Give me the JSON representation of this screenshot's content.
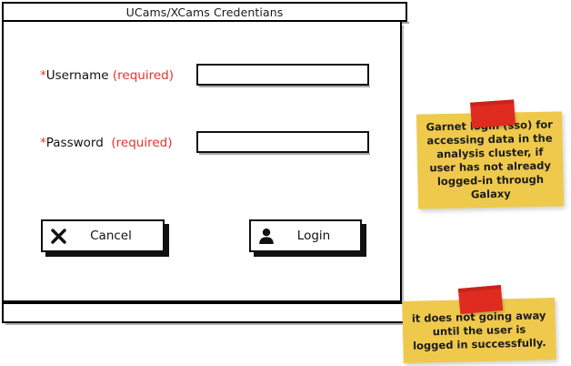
{
  "window": {
    "title": "UCams/XCams Credentians"
  },
  "form": {
    "username": {
      "star": "*",
      "label": "Username",
      "required_text": "(required)",
      "value": "",
      "placeholder": ""
    },
    "password": {
      "star": "*",
      "label": "Password",
      "required_text": "(required)",
      "value": "",
      "placeholder": ""
    }
  },
  "buttons": {
    "cancel": {
      "label": "Cancel",
      "icon": "close-x-icon"
    },
    "login": {
      "label": "Login",
      "icon": "user-person-icon"
    }
  },
  "annotations": [
    {
      "id": "note-garnet-login",
      "text": "Garnet login (sso) for accessing data in the analysis cluster, if user has not already logged-in through Galaxy"
    },
    {
      "id": "note-persistence",
      "text": "it does not going away until the user is logged in successfully."
    }
  ],
  "colors": {
    "sticky_yellow": "#efc94c",
    "tape_red": "#e02b20",
    "required_red": "#e8332a",
    "outline_black": "#111111",
    "window_background": "#ffffff"
  }
}
